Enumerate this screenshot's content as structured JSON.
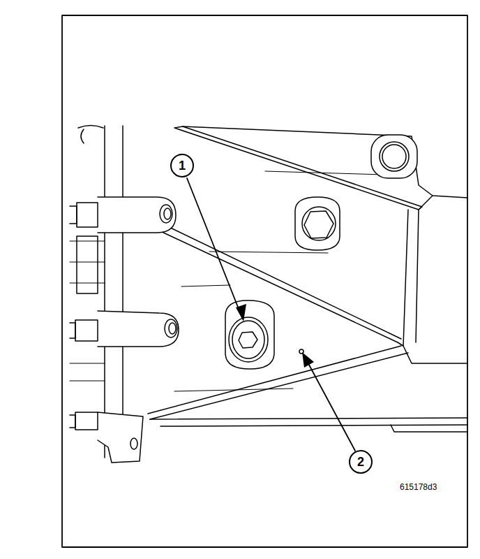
{
  "diagram": {
    "labels": [
      "1",
      "2",
      "615178d3"
    ]
  }
}
